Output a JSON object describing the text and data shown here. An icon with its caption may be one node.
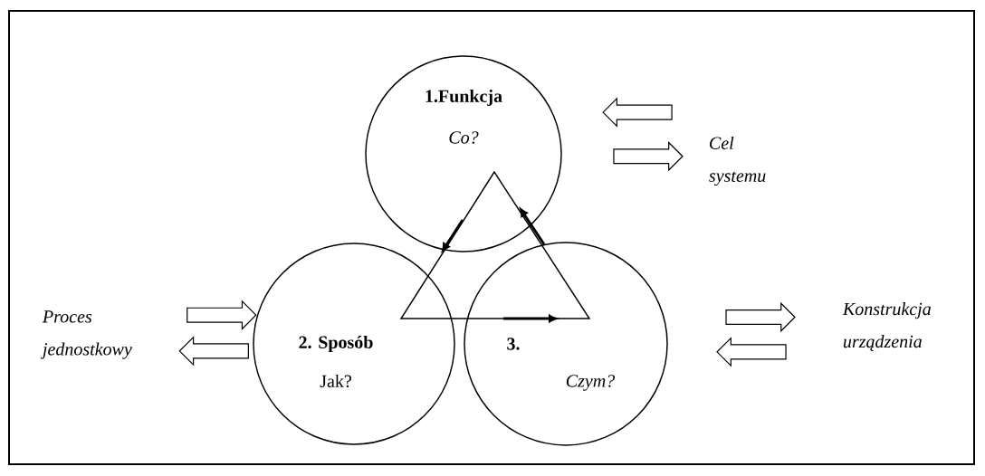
{
  "diagram": {
    "nodes": [
      {
        "text": [
          "1.Funkcja",
          "Co?"
        ]
      },
      {
        "text": [
          "2. Sposób",
          "Jak?"
        ]
      },
      {
        "text": [
          "3.",
          "Czym?"
        ]
      },
      {
        "text": [
          "Cel systemu"
        ]
      },
      {
        "text": [
          "Proces jednostkowy"
        ]
      },
      {
        "text": [
          "Konstrukcja urządzenia"
        ]
      }
    ],
    "edges": [
      {
        "from": 3,
        "to": 0,
        "arrow": "to"
      },
      {
        "from": 0,
        "to": 3,
        "arrow": "to"
      },
      {
        "from": 4,
        "to": 1,
        "arrow": "to"
      },
      {
        "from": 1,
        "to": 4,
        "arrow": "to"
      },
      {
        "from": 2,
        "to": 5,
        "arrow": "to"
      },
      {
        "from": 5,
        "to": 2,
        "arrow": "to"
      }
    ]
  }
}
